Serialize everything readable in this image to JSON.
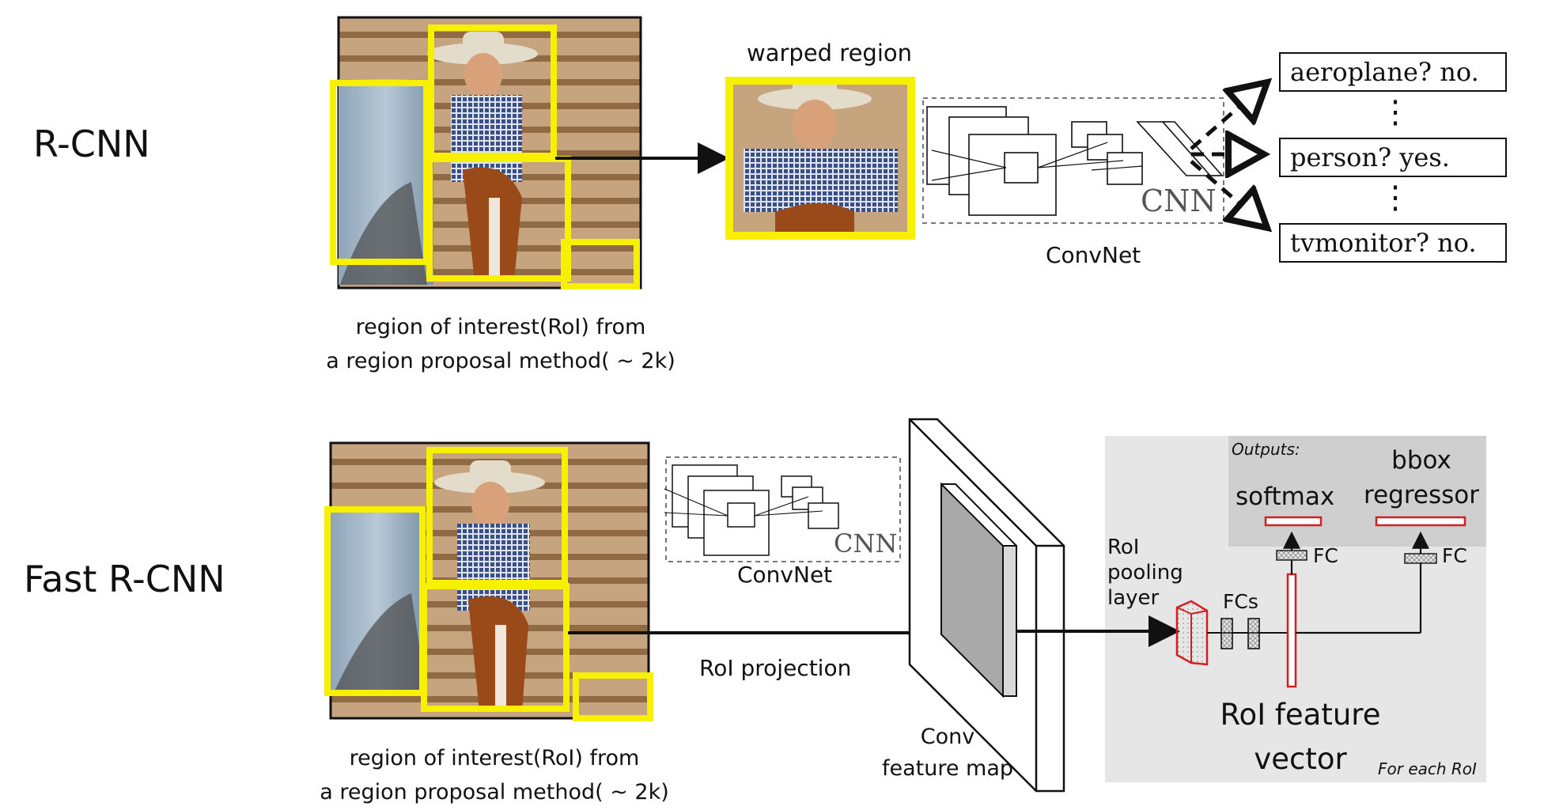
{
  "rcnn": {
    "title": "R-CNN",
    "warped_label": "warped region",
    "convnet_label": "ConvNet",
    "cnn_label": "CNN",
    "caption_line1": "region of interest(RoI) from",
    "caption_line2": "a region proposal method( ~ 2k)",
    "outputs": [
      "aeroplane? no.",
      "person? yes.",
      "tvmonitor? no."
    ],
    "dots": "⋮"
  },
  "fast_rcnn": {
    "title": "Fast R-CNN",
    "convnet_label": "ConvNet",
    "cnn_label": "CNN",
    "roi_projection": "RoI projection",
    "conv_map_line1": "Conv",
    "conv_map_line2": "feature map",
    "caption_line1": "region of interest(RoI) from",
    "caption_line2": "a region proposal method( ~ 2k)",
    "roi_pool_line1": "RoI",
    "roi_pool_line2": "pooling",
    "roi_pool_line3": "layer",
    "fcs": "FCs",
    "fc": "FC",
    "outputs_label": "Outputs:",
    "softmax": "softmax",
    "bbox_line1": "bbox",
    "bbox_line2": "regressor",
    "feature_vector_line1": "RoI feature",
    "feature_vector_line2": "vector",
    "for_each": "For each RoI"
  },
  "colors": {
    "proposal_box": "#f7f000",
    "red_layer": "#d02020",
    "panel_light": "#e6e6e6",
    "panel_dark": "#cfcfcf",
    "feature_map": "#a9a9a9"
  }
}
